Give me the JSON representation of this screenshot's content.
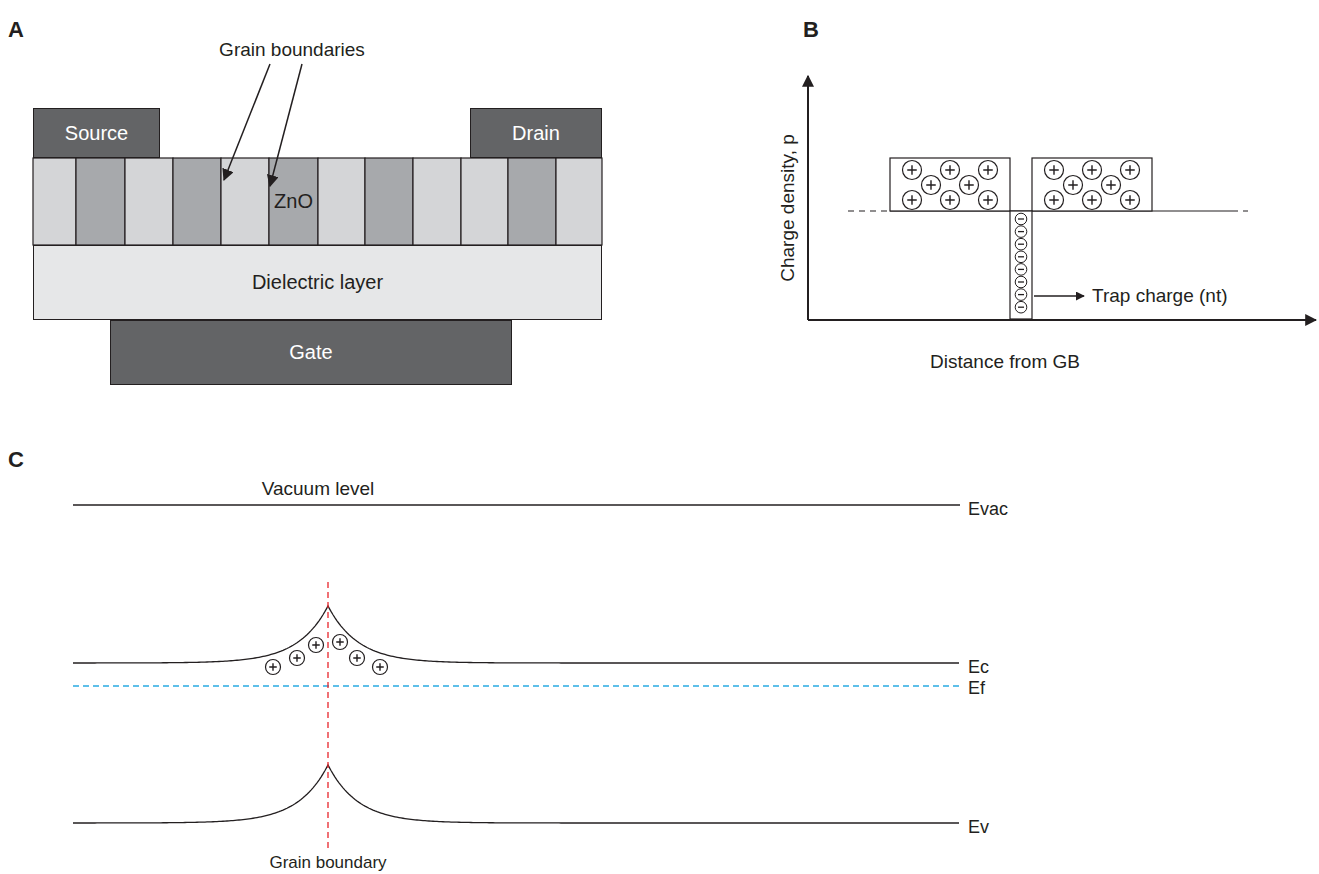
{
  "diagram": {
    "nodes": [
      {
        "text": [
          "Source"
        ]
      },
      {
        "text": [
          "Drain"
        ]
      },
      {
        "text": [
          "ZnO"
        ]
      },
      {
        "text": [
          "Dielectric layer"
        ]
      },
      {
        "text": [
          "Gate"
        ]
      }
    ],
    "labels": [
      "A",
      "Grain boundaries",
      "B",
      "Charge density, p",
      "Trap charge (nt)",
      "Distance from GB",
      "C",
      "Vacuum level",
      "Evac",
      "Ec",
      "Ef",
      "Ev",
      "Grain boundary"
    ]
  }
}
